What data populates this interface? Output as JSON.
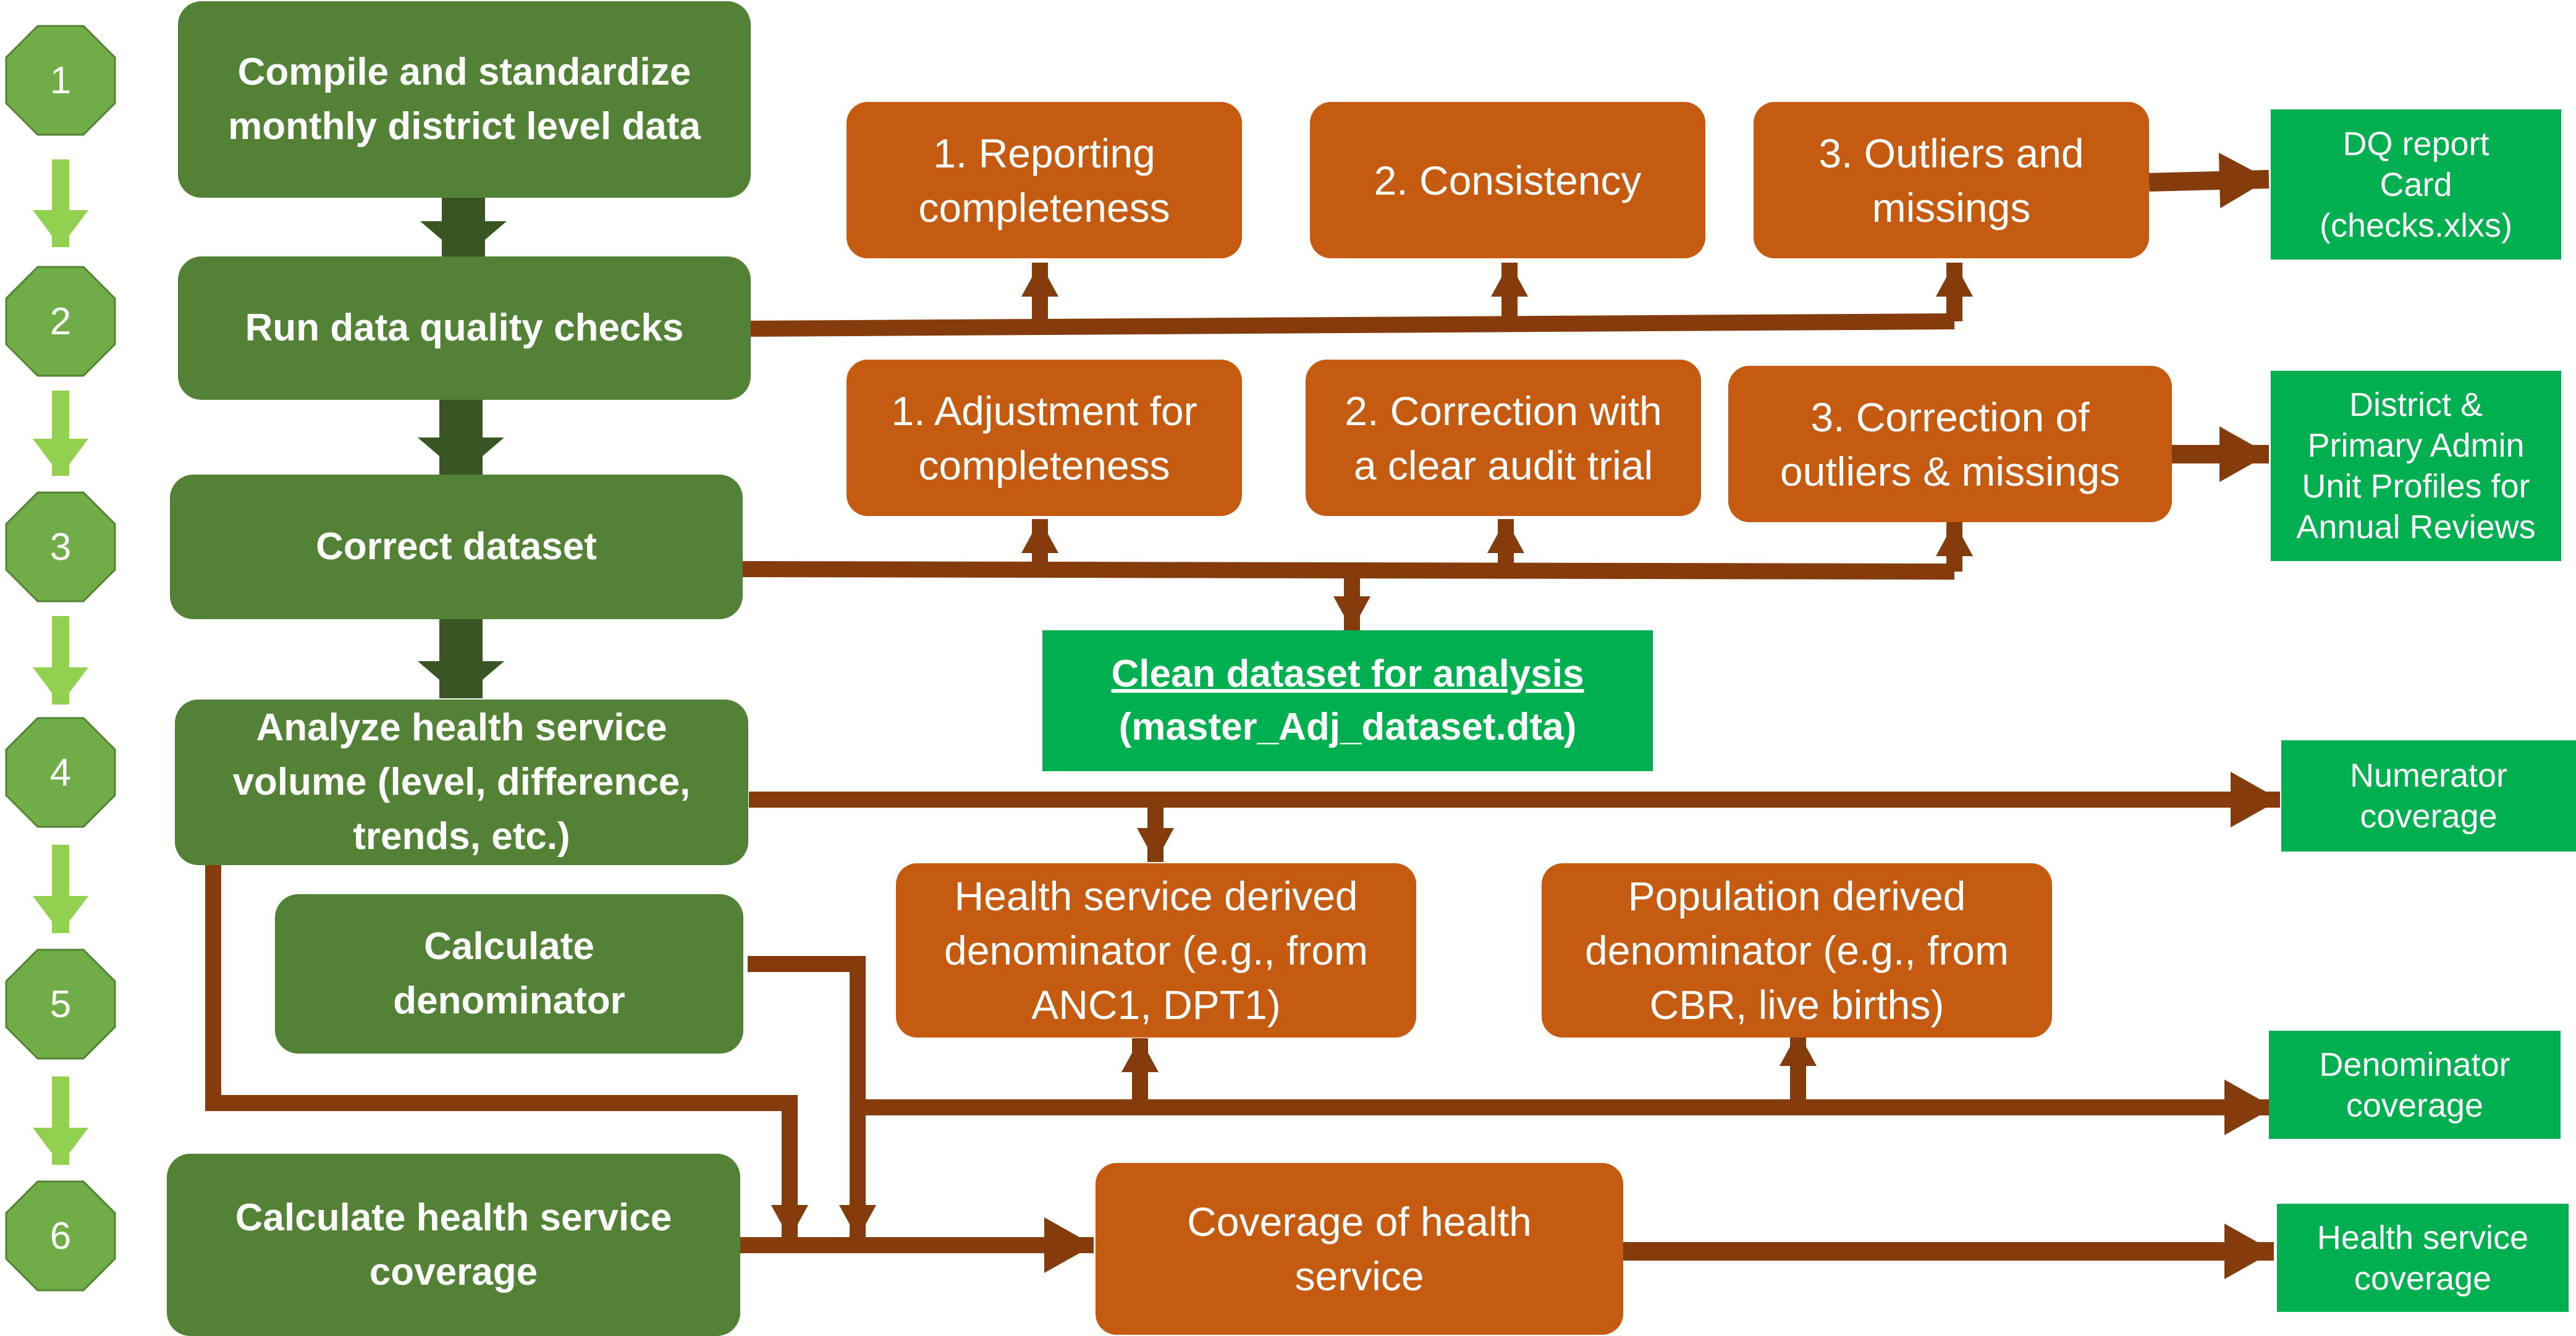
{
  "colors": {
    "step_fill": "#538135",
    "step_arrow": "#375623",
    "process_fill": "#c55a11",
    "connector": "#843c0c",
    "output_fill": "#00b050",
    "number_fill": "#70ad47",
    "number_arrow": "#92d050"
  },
  "step_numbers": [
    "1",
    "2",
    "3",
    "4",
    "5",
    "6"
  ],
  "steps": [
    {
      "label": "Compile and standardize\nmonthly district level data"
    },
    {
      "label": "Run data quality checks"
    },
    {
      "label": "Correct dataset"
    },
    {
      "label": "Analyze health service\nvolume (level, difference,\ntrends, etc.)"
    },
    {
      "label": "Calculate\ndenominator"
    },
    {
      "label": "Calculate health service\ncoverage"
    }
  ],
  "checks": [
    {
      "label": "1. Reporting\ncompleteness"
    },
    {
      "label": "2. Consistency"
    },
    {
      "label": "3. Outliers and\nmissings"
    }
  ],
  "corrections": [
    {
      "label": "1. Adjustment for\ncompleteness"
    },
    {
      "label": "2. Correction with\na clear audit trial"
    },
    {
      "label": "3. Correction of\noutliers & missings"
    }
  ],
  "clean_dataset": {
    "title": "Clean dataset for analysis",
    "file": "(master_Adj_dataset.dta)"
  },
  "denominators": [
    {
      "label": "Health service derived\ndenominator (e.g., from\nANC1, DPT1)"
    },
    {
      "label": "Population derived\ndenominator (e.g., from\nCBR, live births)"
    }
  ],
  "coverage_process": {
    "label": "Coverage of health\nservice"
  },
  "outputs": [
    {
      "label": "DQ report\nCard\n(checks.xlxs)"
    },
    {
      "label": "District &\nPrimary Admin\nUnit Profiles for\nAnnual Reviews"
    },
    {
      "label": "Numerator\ncoverage"
    },
    {
      "label": "Denominator\ncoverage"
    },
    {
      "label": "Health service\ncoverage"
    }
  ]
}
